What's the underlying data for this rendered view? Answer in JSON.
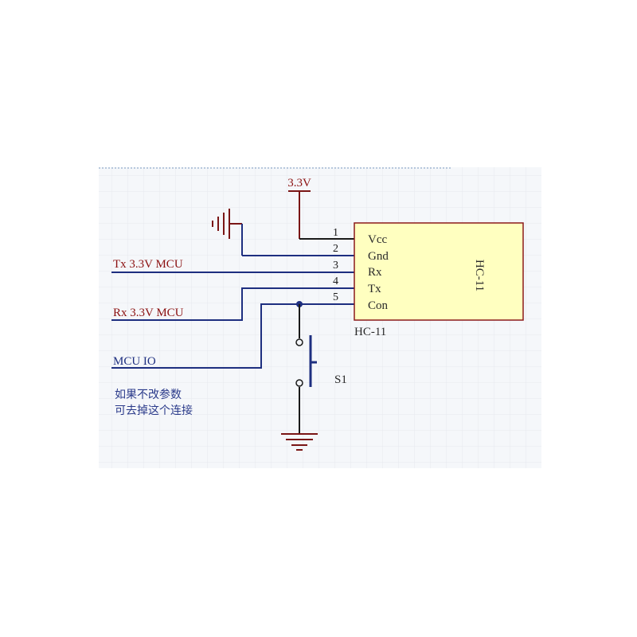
{
  "power": {
    "label": "3.3V"
  },
  "module": {
    "name": "HC-11",
    "designator": "HC-11",
    "fill": "#ffffc0",
    "pins": [
      {
        "number": "1",
        "name": "Vcc"
      },
      {
        "number": "2",
        "name": "Gnd"
      },
      {
        "number": "3",
        "name": "Rx"
      },
      {
        "number": "4",
        "name": "Tx"
      },
      {
        "number": "5",
        "name": "Con"
      }
    ]
  },
  "nets": {
    "tx": "Tx   3.3V MCU",
    "rx": "Rx  3.3V MCU",
    "mcu_io": "MCU IO"
  },
  "switch": {
    "designator": "S1"
  },
  "note": {
    "line1": "如果不改参数",
    "line2": "可去掉这个连接"
  },
  "colors": {
    "background": "#f5f7fa",
    "grid": "#e6e9ee",
    "wire": "#1e2f80",
    "power_wire": "#7a1515",
    "component": "#1a1a1a",
    "module_border": "#8b1a1a"
  }
}
